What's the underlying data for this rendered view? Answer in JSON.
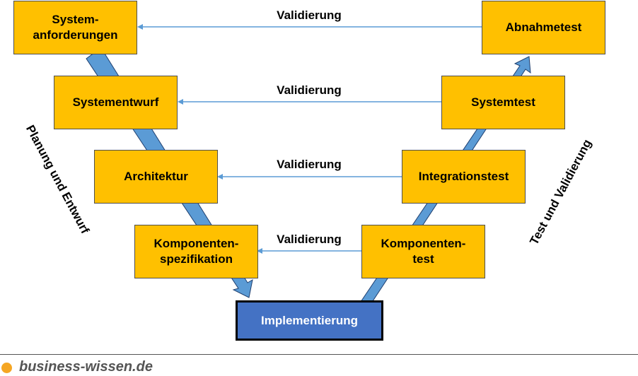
{
  "boxes": {
    "systemanforderungen": "System-\nanforderungen",
    "systementwurf": "Systementwurf",
    "architektur": "Architektur",
    "komponentenspezifikation": "Komponenten-\nspezifikation",
    "implementierung": "Implementierung",
    "komponententest": "Komponenten-\ntest",
    "integrationstest": "Integrationstest",
    "systemtest": "Systemtest",
    "abnahmetest": "Abnahmetest"
  },
  "validation_labels": [
    "Validierung",
    "Validierung",
    "Validierung",
    "Validierung"
  ],
  "side_labels": {
    "left": "Planung und Entwurf",
    "right": "Test und Validierung"
  },
  "footer": {
    "brand": "business-wissen.de"
  },
  "colors": {
    "box_fill": "#ffc000",
    "implementation_fill": "#4472c4",
    "arrow_blue": "#5b9bd5",
    "footer_dot": "#f5a623"
  }
}
